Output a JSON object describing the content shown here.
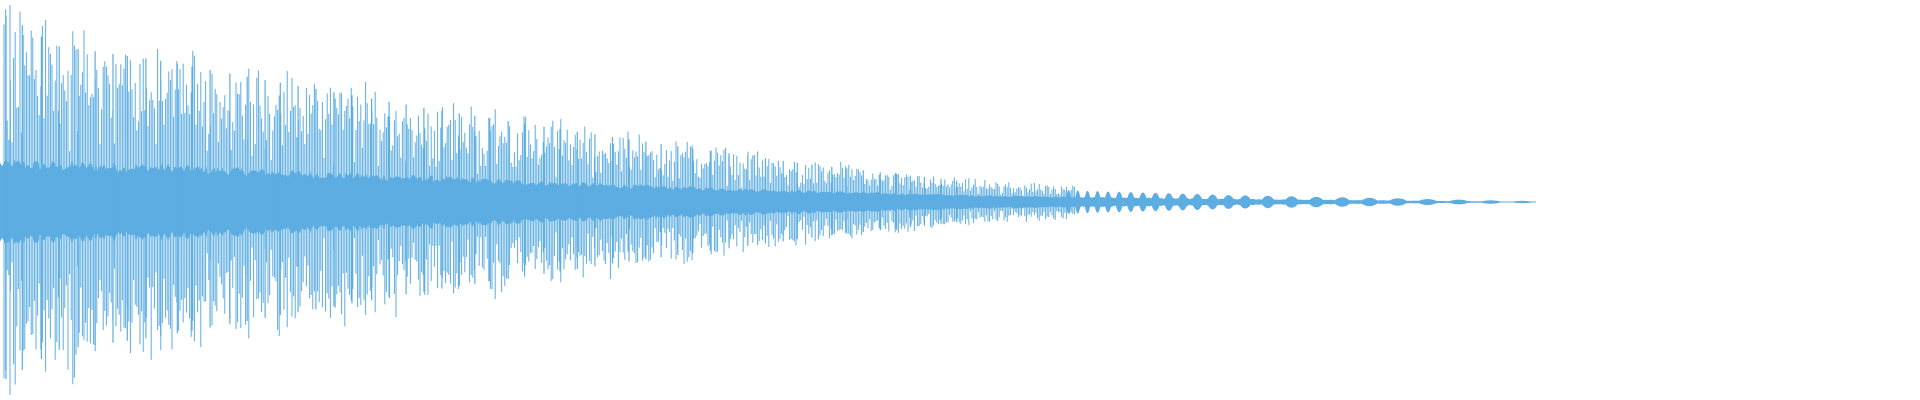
{
  "waveform": {
    "color": "#5dade2",
    "background": "#ffffff",
    "envelope": [
      {
        "t": 0.0,
        "peak": 1.0,
        "body": 0.2
      },
      {
        "t": 0.03,
        "peak": 0.82,
        "body": 0.19
      },
      {
        "t": 0.08,
        "peak": 0.75,
        "body": 0.18
      },
      {
        "t": 0.15,
        "peak": 0.62,
        "body": 0.15
      },
      {
        "t": 0.23,
        "peak": 0.48,
        "body": 0.12
      },
      {
        "t": 0.32,
        "peak": 0.34,
        "body": 0.085
      },
      {
        "t": 0.42,
        "peak": 0.2,
        "body": 0.055
      },
      {
        "t": 0.5,
        "peak": 0.11,
        "body": 0.035
      },
      {
        "t": 0.56,
        "peak": 0.075,
        "body": 0.025
      },
      {
        "t": 0.64,
        "peak": 0.045,
        "body": 0.015
      },
      {
        "t": 0.72,
        "peak": 0.025,
        "body": 0.008
      },
      {
        "t": 0.79,
        "peak": 0.006,
        "body": 0.002
      },
      {
        "t": 0.8,
        "peak": 0.0,
        "body": 0.0
      },
      {
        "t": 1.0,
        "peak": 0.0,
        "body": 0.0
      }
    ]
  }
}
